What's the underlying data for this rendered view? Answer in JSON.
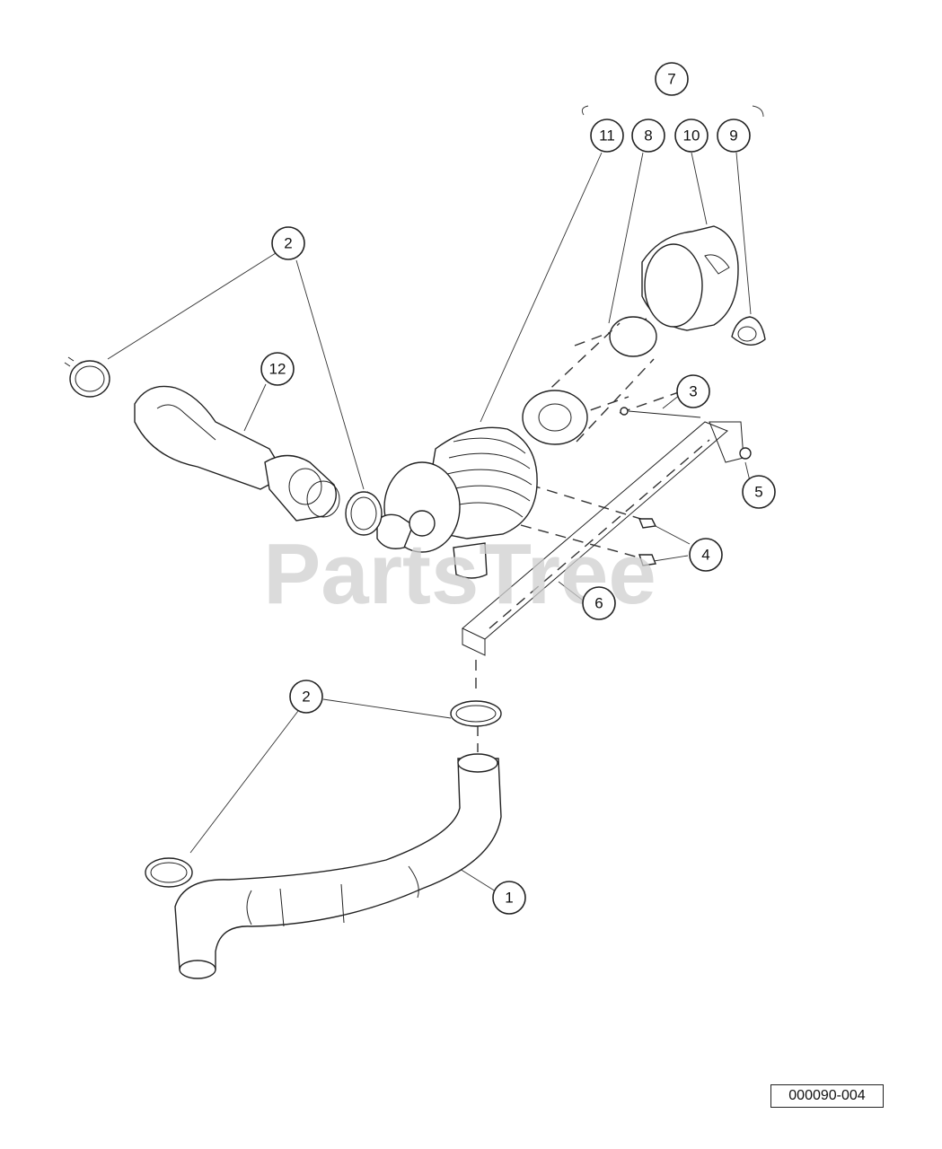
{
  "watermark": "PartsTree",
  "drawing_number": "000090-004",
  "callouts": {
    "c7": "7",
    "c11": "11",
    "c8": "8",
    "c10": "10",
    "c9": "9",
    "c2_top": "2",
    "c12": "12",
    "c3": "3",
    "c5": "5",
    "c4_upper": "4",
    "c4_lower": "4",
    "c6": "6",
    "c2_mid": "2",
    "c1": "1"
  }
}
